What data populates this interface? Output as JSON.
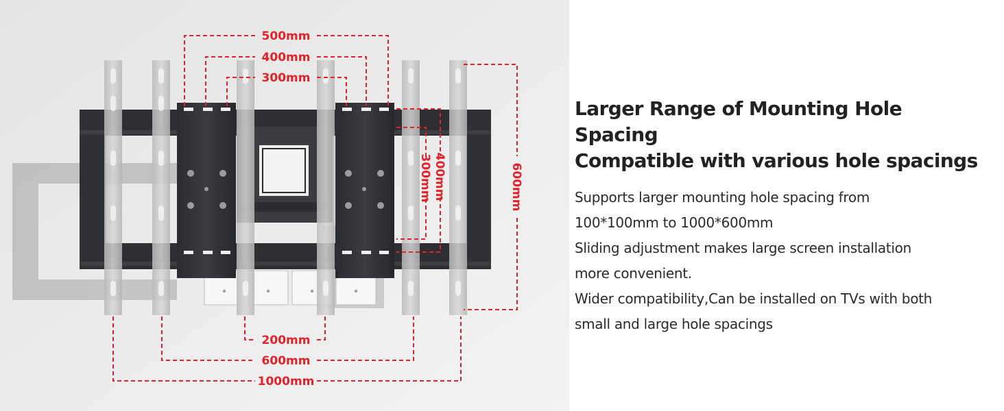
{
  "heading": {
    "line1": "Larger Range of Mounting Hole Spacing",
    "line2": "Compatible with various hole spacings"
  },
  "description": [
    "Supports larger mounting hole spacing from",
    "100*100mm to 1000*600mm",
    "Sliding adjustment makes large screen installation",
    "more convenient.",
    "Wider compatibility,Can be installed on TVs with both",
    "small and large hole spacings"
  ],
  "dimensions": {
    "top": [
      "500mm",
      "400mm",
      "300mm"
    ],
    "right": [
      "400mm",
      "300mm",
      "600mm"
    ],
    "bottom": [
      "200mm",
      "600mm",
      "1000mm"
    ]
  },
  "colors": {
    "dimension_line": "#e0222a",
    "mount_frame": "#2b2d30",
    "background_left": "#ececec",
    "background_right": "#ffffff"
  }
}
